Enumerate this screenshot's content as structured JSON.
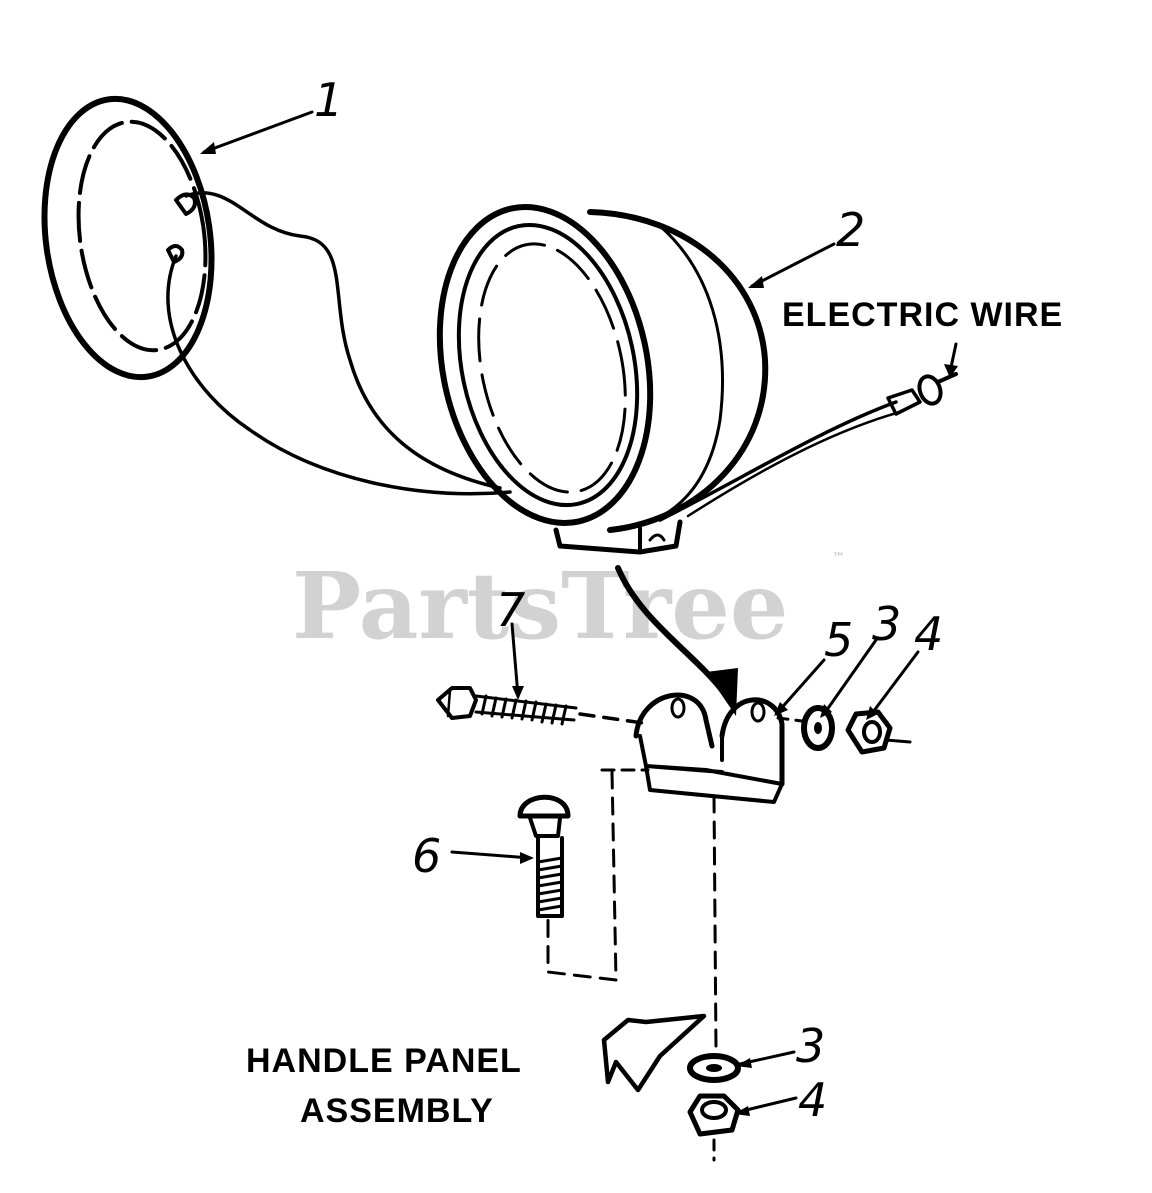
{
  "diagram": {
    "callouts": {
      "c1": "1",
      "c2": "2",
      "c5": "5",
      "c3_top": "3",
      "c4_top": "4",
      "c7": "7",
      "c6": "6",
      "c3_bottom": "3",
      "c4_bottom": "4"
    },
    "labels": {
      "electric_wire": "ELECTRIC WIRE",
      "handle_panel_line1": "HANDLE PANEL",
      "handle_panel_line2": "ASSEMBLY"
    },
    "watermark": {
      "text": "PartsTree",
      "trademark": "™"
    }
  }
}
